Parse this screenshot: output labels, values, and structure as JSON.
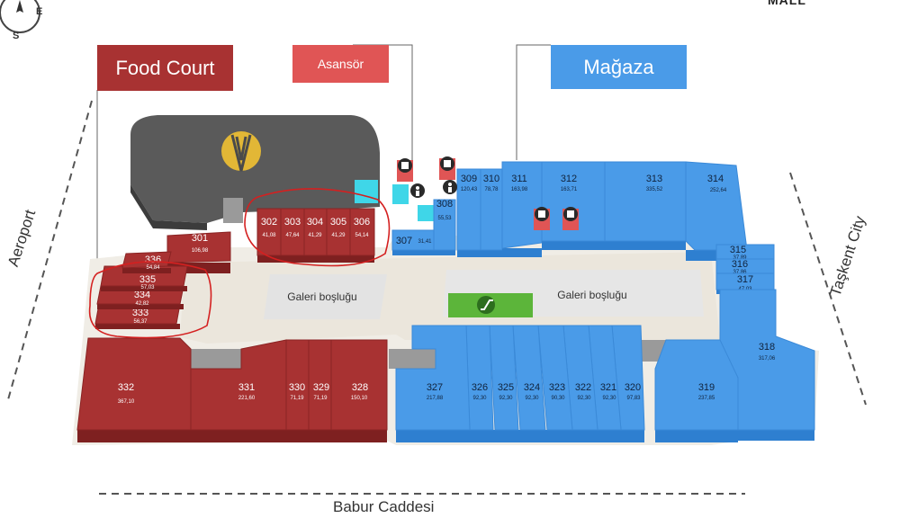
{
  "header": {
    "mall_word": "MALL",
    "compass": {
      "east": "E",
      "south": "S"
    }
  },
  "legend": {
    "food_court": "Food Court",
    "elevator": "Asansör",
    "store": "Mağaza"
  },
  "streets": {
    "left": "Aeroport",
    "right": "Taşkent City",
    "bottom": "Babur Caddesi"
  },
  "atrium": {
    "left": "Galeri boşluğu",
    "right": "Galeri boşluğu"
  },
  "colors": {
    "food_court": "#a83232",
    "store": "#4a9be8",
    "store_dark": "#2e7fd0",
    "elevator": "#e05555",
    "atrium": "#ebe6dc",
    "dark_area": "#595959",
    "escalator": "#5cb53a",
    "highlight_circle": "#d42020",
    "cyan": "#3fd6e8"
  },
  "units": [
    {
      "id": "u301",
      "num": "301",
      "area": "106,98",
      "type": "food"
    },
    {
      "id": "u302",
      "num": "302",
      "area": "41,08",
      "type": "food"
    },
    {
      "id": "u303",
      "num": "303",
      "area": "47,64",
      "type": "food"
    },
    {
      "id": "u304",
      "num": "304",
      "area": "41,29",
      "type": "food"
    },
    {
      "id": "u305",
      "num": "305",
      "area": "41,29",
      "type": "food"
    },
    {
      "id": "u306",
      "num": "306",
      "area": "54,14",
      "type": "food"
    },
    {
      "id": "u307",
      "num": "307",
      "area": "31,41",
      "type": "store"
    },
    {
      "id": "u308",
      "num": "308",
      "area": "55,53",
      "type": "store"
    },
    {
      "id": "u309",
      "num": "309",
      "area": "120,43",
      "type": "store"
    },
    {
      "id": "u310",
      "num": "310",
      "area": "78,78",
      "type": "store"
    },
    {
      "id": "u311",
      "num": "311",
      "area": "163,98",
      "type": "store"
    },
    {
      "id": "u312",
      "num": "312",
      "area": "163,71",
      "type": "store"
    },
    {
      "id": "u313",
      "num": "313",
      "area": "335,52",
      "type": "store"
    },
    {
      "id": "u314",
      "num": "314",
      "area": "252,64",
      "type": "store"
    },
    {
      "id": "u315",
      "num": "315",
      "area": "37,89",
      "type": "store"
    },
    {
      "id": "u316",
      "num": "316",
      "area": "37,86",
      "type": "store"
    },
    {
      "id": "u317",
      "num": "317",
      "area": "47,03",
      "type": "store"
    },
    {
      "id": "u318",
      "num": "318",
      "area": "317,06",
      "type": "store"
    },
    {
      "id": "u319",
      "num": "319",
      "area": "237,85",
      "type": "store"
    },
    {
      "id": "u320",
      "num": "320",
      "area": "97,83",
      "type": "store"
    },
    {
      "id": "u321",
      "num": "321",
      "area": "92,30",
      "type": "store"
    },
    {
      "id": "u322",
      "num": "322",
      "area": "92,30",
      "type": "store"
    },
    {
      "id": "u323",
      "num": "323",
      "area": "90,30",
      "type": "store"
    },
    {
      "id": "u324",
      "num": "324",
      "area": "92,30",
      "type": "store"
    },
    {
      "id": "u325",
      "num": "325",
      "area": "92,30",
      "type": "store"
    },
    {
      "id": "u326",
      "num": "326",
      "area": "92,30",
      "type": "store"
    },
    {
      "id": "u327",
      "num": "327",
      "area": "217,88",
      "type": "store"
    },
    {
      "id": "u328",
      "num": "328",
      "area": "150,10",
      "type": "food"
    },
    {
      "id": "u329",
      "num": "329",
      "area": "71,19",
      "type": "food"
    },
    {
      "id": "u330",
      "num": "330",
      "area": "71,19",
      "type": "food"
    },
    {
      "id": "u331",
      "num": "331",
      "area": "221,60",
      "type": "food"
    },
    {
      "id": "u332",
      "num": "332",
      "area": "367,10",
      "type": "food"
    },
    {
      "id": "u333",
      "num": "333",
      "area": "56,37",
      "type": "food"
    },
    {
      "id": "u334",
      "num": "334",
      "area": "42,82",
      "type": "food"
    },
    {
      "id": "u335",
      "num": "335",
      "area": "57,03",
      "type": "food"
    },
    {
      "id": "u336",
      "num": "336",
      "area": "54,84",
      "type": "food"
    }
  ]
}
